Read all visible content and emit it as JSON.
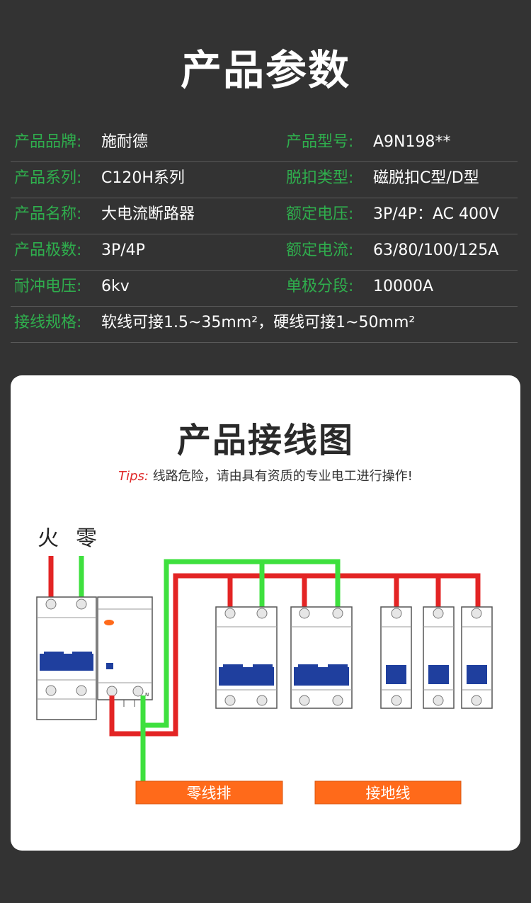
{
  "header": {
    "title": "产品参数"
  },
  "params": [
    {
      "l1": "产品品牌:",
      "v1": "施耐德",
      "l2": "产品型号:",
      "v2": "A9N198**"
    },
    {
      "l1": "产品系列:",
      "v1": "C120H系列",
      "l2": "脱扣类型:",
      "v2": "磁脱扣C型/D型"
    },
    {
      "l1": "产品名称:",
      "v1": "大电流断路器",
      "l2": "额定电压:",
      "v2": "3P/4P：AC 400V"
    },
    {
      "l1": "产品极数:",
      "v1": "3P/4P",
      "l2": "额定电流:",
      "v2": "63/80/100/125A"
    },
    {
      "l1": "耐冲电压:",
      "v1": "6kv",
      "l2": "单极分段:",
      "v2": "10000A"
    },
    {
      "l1": "接线规格:",
      "v1": "软线可接1.5~35mm²，硬线可接1~50mm²",
      "l2": "",
      "v2": ""
    }
  ],
  "wiring": {
    "title": "产品接线图",
    "tips_label": "Tips:",
    "tips_text": "线路危险，请由具有资质的专业电工进行操作!",
    "live_label": "火",
    "neutral_label": "零",
    "neutral_bar_label": "零线排",
    "ground_label": "接地线",
    "n_mark": "N",
    "colors": {
      "live": "#e32424",
      "neutral": "#3ee03e",
      "bar": "#ff6a1a",
      "handle": "#1f3f9e"
    }
  }
}
